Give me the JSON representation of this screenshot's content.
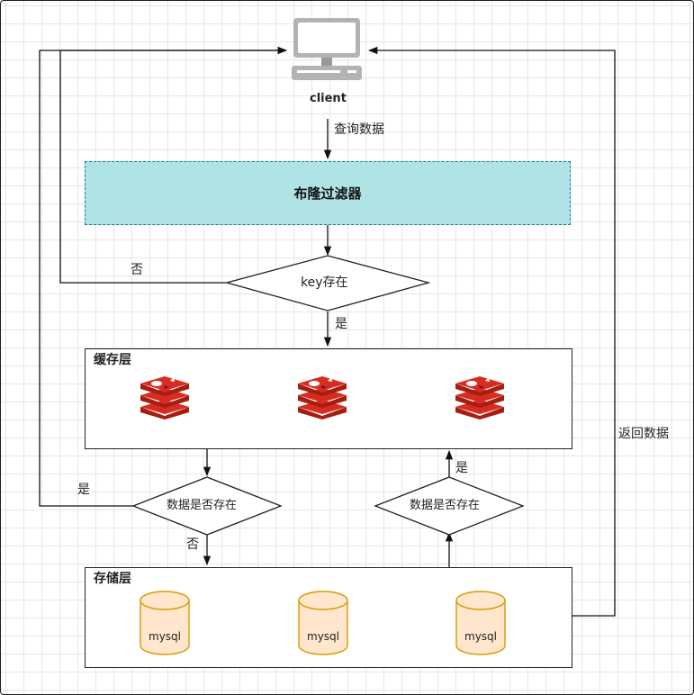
{
  "client": {
    "label": "client"
  },
  "edges": {
    "query": "查询数据",
    "return": "返回数据",
    "no_top": "否",
    "yes_top": "是",
    "yes_left": "是",
    "no_left": "否",
    "yes_right": "是"
  },
  "filter": {
    "label": "布隆过滤器"
  },
  "decisions": {
    "key_exists": "key存在",
    "data_exists_left": "数据是否存在",
    "data_exists_right": "数据是否存在"
  },
  "cache_layer": {
    "title": "缓存层",
    "nodes": [
      "redis-icon",
      "redis-icon",
      "redis-icon"
    ]
  },
  "storage_layer": {
    "title": "存储层",
    "nodes": [
      "mysql",
      "mysql",
      "mysql"
    ]
  },
  "colors": {
    "filter_fill": "#b0e3e6",
    "filter_border": "#0e8088",
    "redis_red": "#d82c20",
    "db_fill": "#ffe6cc",
    "db_stroke": "#d79b00"
  }
}
